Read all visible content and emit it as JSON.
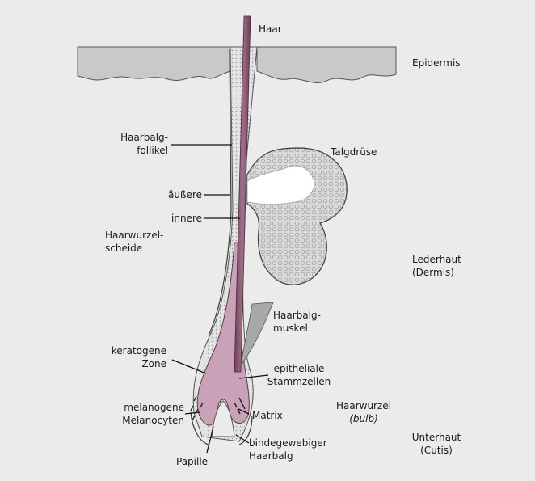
{
  "labels": {
    "haar": "Haar",
    "epidermis": "Epidermis",
    "haarbalgfollikel": [
      "Haarbalg-",
      "follikel"
    ],
    "talgdruese": "Talgdrüse",
    "aeussere": "äußere",
    "innere": "innere",
    "haarwurzelscheide": [
      "Haarwurzel-",
      "scheide"
    ],
    "lederhaut": [
      "Lederhaut",
      "(Dermis)"
    ],
    "haarbalgmuskel": [
      "Haarbalg-",
      "muskel"
    ],
    "keratogene_zone": [
      "keratogene",
      "Zone"
    ],
    "epitheliale_stammzellen": [
      "epitheliale",
      "Stammzellen"
    ],
    "haarwurzel": [
      "Haarwurzel",
      "(bulb)"
    ],
    "melanogene_melanocyten": [
      "melanogene",
      "Melanocyten"
    ],
    "matrix": "Matrix",
    "unterhaut": [
      "Unterhaut",
      "(Cutis)"
    ],
    "papille": "Papille",
    "bindegewebiger_haarbalg": [
      "bindegewebiger",
      "Haarbalg"
    ]
  },
  "colors": {
    "background": "#ebebeb",
    "epidermis": "#c9c9c9",
    "hair": "#8a5a73",
    "bulb": "#c9a2b8",
    "gland": "#e2e2e2",
    "outline": "#444444"
  }
}
